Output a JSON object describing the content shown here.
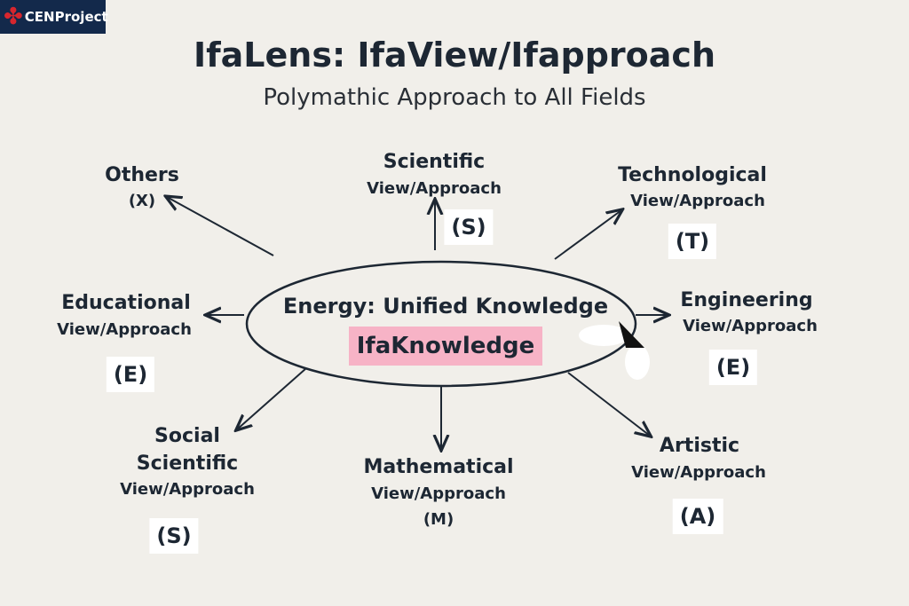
{
  "logo": {
    "text": "CENProject"
  },
  "title": "IfaLens: IfaView/Ifapproach",
  "subtitle": "Polymathic Approach to All Fields",
  "center": {
    "line1": "Energy: Unified Knowledge",
    "line2": "IfaKnowledge",
    "highlight_color": "#f7b3c6"
  },
  "nodes": {
    "others": {
      "name": "Others",
      "code": "(X)"
    },
    "scientific": {
      "name": "Scientific",
      "sub": "View/Approach",
      "code": "(S)"
    },
    "technological": {
      "name": "Technological",
      "sub": "View/Approach",
      "code": "(T)"
    },
    "engineering": {
      "name": "Engineering",
      "sub": "View/Approach",
      "code": "(E)"
    },
    "educational": {
      "name": "Educational",
      "sub": "View/Approach",
      "code": "(E)"
    },
    "social": {
      "name1": "Social",
      "name2": "Scientific",
      "sub": "View/Approach",
      "code": "(S)"
    },
    "mathematical": {
      "name": "Mathematical",
      "sub": "View/Approach",
      "code": "(M)"
    },
    "artistic": {
      "name": "Artistic",
      "sub": "View/Approach",
      "code": "(A)"
    }
  }
}
